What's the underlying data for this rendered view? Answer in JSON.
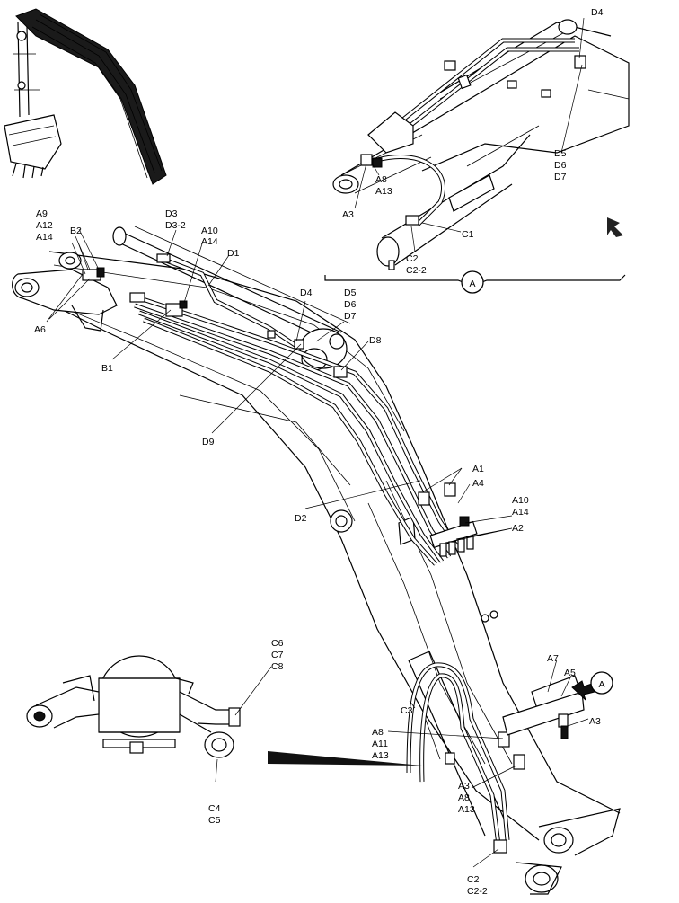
{
  "callout": {
    "letter": "A"
  },
  "labels": {
    "A9": "A9",
    "A12": "A12",
    "A14": "A14",
    "B2": "B2",
    "A6": "A6",
    "B1": "B1",
    "D3": "D3",
    "D3_2": "D3-2",
    "A10_top": "A10",
    "A14_top": "A14",
    "D1": "D1",
    "D2": "D2",
    "D4": "D4",
    "D5": "D5",
    "D6": "D6",
    "D7": "D7",
    "D8": "D8",
    "D9": "D9",
    "A1": "A1",
    "A4": "A4",
    "A2": "A2",
    "A10_mid": "A10",
    "A14_mid": "A14",
    "A7": "A7",
    "A5": "A5",
    "A3_right": "A3",
    "C3": "C3",
    "A8_mid": "A8",
    "A11_mid": "A11",
    "A13_mid": "A13",
    "A3_low": "A3",
    "A8_low": "A8",
    "A13_low": "A13",
    "C2_low": "C2",
    "C2_2_low": "C2-2",
    "C6": "C6",
    "C7": "C7",
    "C8": "C8",
    "C4": "C4",
    "C5": "C5",
    "D4_det": "D4",
    "D5_det": "D5",
    "D6_det": "D6",
    "D7_det": "D7",
    "A8_det": "A8",
    "A13_det": "A13",
    "A3_det": "A3",
    "C1_det": "C1",
    "C2_det": "C2",
    "C2_2_det": "C2-2"
  }
}
